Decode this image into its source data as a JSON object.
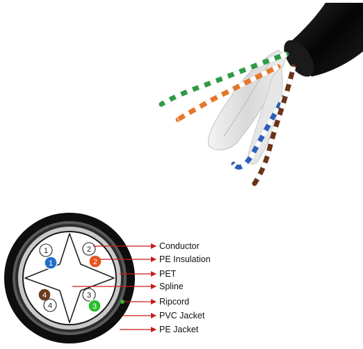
{
  "labels": {
    "conductor": "Conductor",
    "pe_insulation": "PE Insulation",
    "pet": "PET",
    "spline": "Spline",
    "ripcord": "Ripcord",
    "pvc_jacket": "PVC Jacket",
    "pe_jacket": "PE Jacket"
  },
  "pair_numbers": {
    "q1_white": "1",
    "q1_color": "1",
    "q2_white": "2",
    "q2_color": "2",
    "q3_white": "3",
    "q3_color": "3",
    "q4_white": "4",
    "q4_color": "4"
  },
  "colors": {
    "jacket_black": "#0e0e0e",
    "pair_blue": "#1f6fc7",
    "pair_orange": "#e8541a",
    "pair_green": "#2bbd2b",
    "pair_brown": "#6b3c1e",
    "arrow_red": "#cc1a1a",
    "cable_green": "#2f9a45",
    "cable_orange": "#e5782c",
    "cable_blue": "#2d5fb8",
    "cable_brown": "#6a3418"
  }
}
